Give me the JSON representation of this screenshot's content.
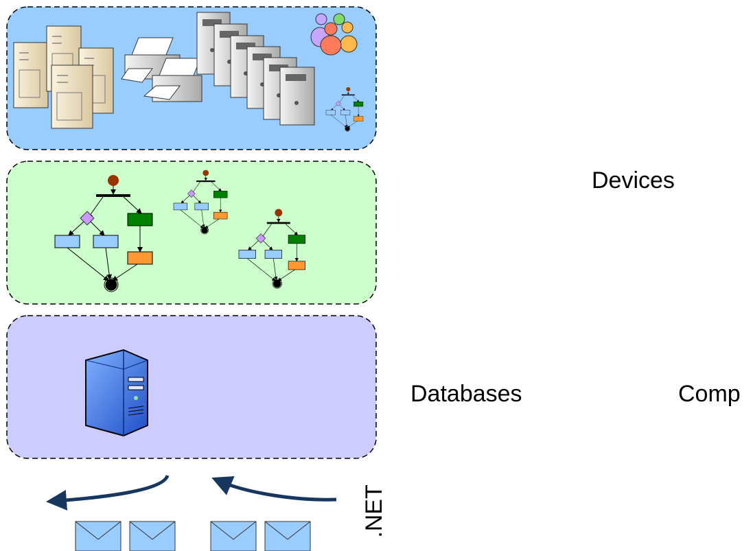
{
  "labels": {
    "devices": "Devices",
    "databases": "Databases",
    "comp": "Comp",
    "net": ".NET"
  },
  "layers": [
    {
      "name": "devices-layer",
      "fill": "#99ccff"
    },
    {
      "name": "workflow-layer",
      "fill": "#ccffcc"
    },
    {
      "name": "database-layer",
      "fill": "#ccccff"
    }
  ],
  "icons": {
    "server_tower": "server-tower-icon",
    "printer": "printer-icon",
    "users_group": "users-group-icon",
    "workflow": "workflow-diagram-icon",
    "database_server": "database-server-icon",
    "envelope": "envelope-icon"
  },
  "colors": {
    "arrow": "#17375e",
    "wf_start": "#993300",
    "wf_blue": "#99ccff",
    "wf_green": "#008000",
    "wf_orange": "#ff9933",
    "wf_diamond": "#cc99ff"
  }
}
